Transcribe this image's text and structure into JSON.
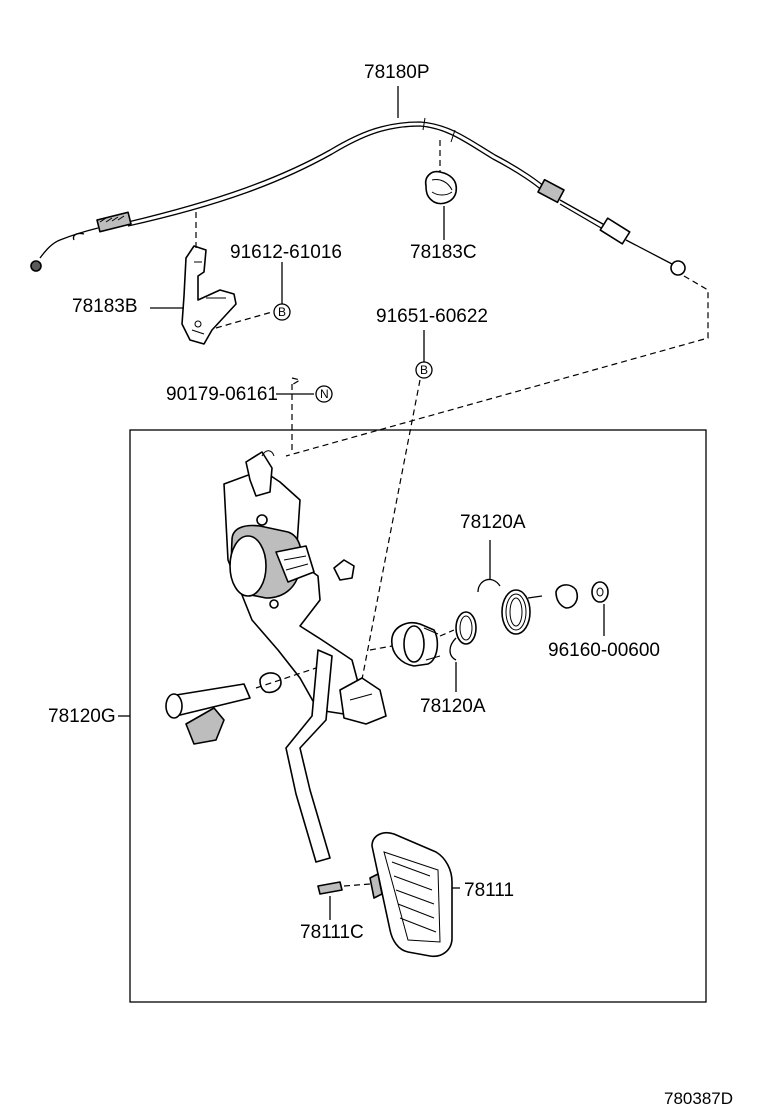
{
  "diagram": {
    "figure_id": "780387D",
    "parts": {
      "cable": "78180P",
      "cable_clamp_bracket": "78183B",
      "cable_clamp": "78183C",
      "bolt_b_upper": "91612-61016",
      "bolt_b_lower": "91651-60622",
      "nut_n": "90179-06161",
      "pedal_assy": "78120G",
      "spring_large": "78120A",
      "spring_small": "78120A",
      "washer": "96160-00600",
      "pedal_pad": "78111",
      "pad_clip": "78111C"
    },
    "markers": {
      "bolt_b_upper": "B",
      "bolt_b_lower": "B",
      "nut_n": "N"
    }
  }
}
